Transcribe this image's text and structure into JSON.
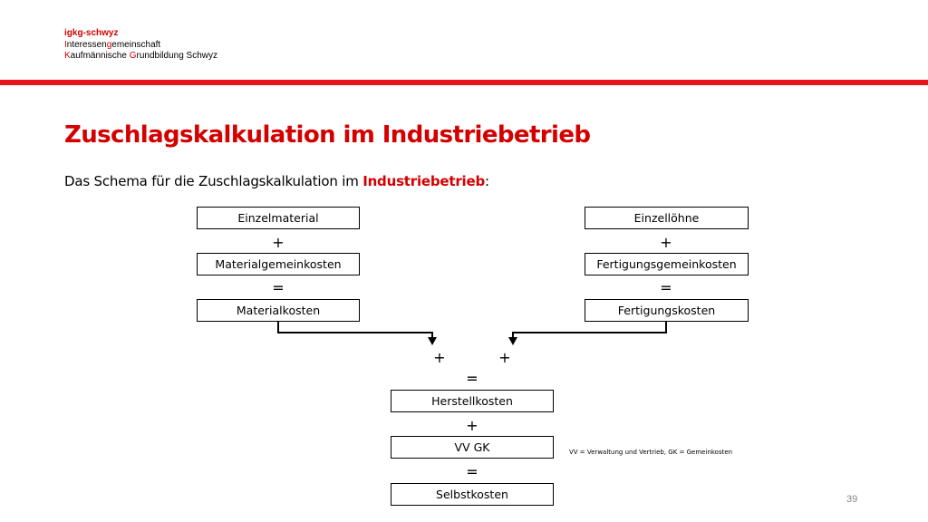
{
  "header": {
    "org_name": "igkg-schwyz",
    "line1_initial": "I",
    "line1_rest": "nteressen",
    "line1_initial2": "g",
    "line1_rest2": "emeinschaft",
    "line2_initial": "K",
    "line2_rest": "aufmännische ",
    "line2_initial2": "G",
    "line2_rest2": "rundbildung Schwyz"
  },
  "slide": {
    "title": "Zuschlagskalkulation im Industriebetrieb",
    "subtitle_prefix": "Das Schema für die Zuschlagskalkulation im ",
    "subtitle_highlight": "Industriebetrieb",
    "subtitle_suffix": ":",
    "page_number": "39"
  },
  "diagram": {
    "material": {
      "box1": "Einzelmaterial",
      "op1": "+",
      "box2": "Materialgemeinkosten",
      "op2": "=",
      "box3": "Materialkosten"
    },
    "fertigung": {
      "box1": "Einzellöhne",
      "op1": "+",
      "box2": "Fertigungsgemeinkosten",
      "op2": "=",
      "box3": "Fertigungskosten"
    },
    "merge": {
      "plus_left": "+",
      "plus_right": "+",
      "equals": "=",
      "herstellkosten": "Herstellkosten",
      "plus2": "+",
      "vvgk": "VV GK",
      "equals2": "=",
      "selbstkosten": "Selbstkosten"
    },
    "footnote": "VV = Verwaltung und Vertrieb, GK = Gemeinkosten"
  },
  "colors": {
    "accent_red": "#d40000",
    "bar_red": "#e8141c"
  }
}
